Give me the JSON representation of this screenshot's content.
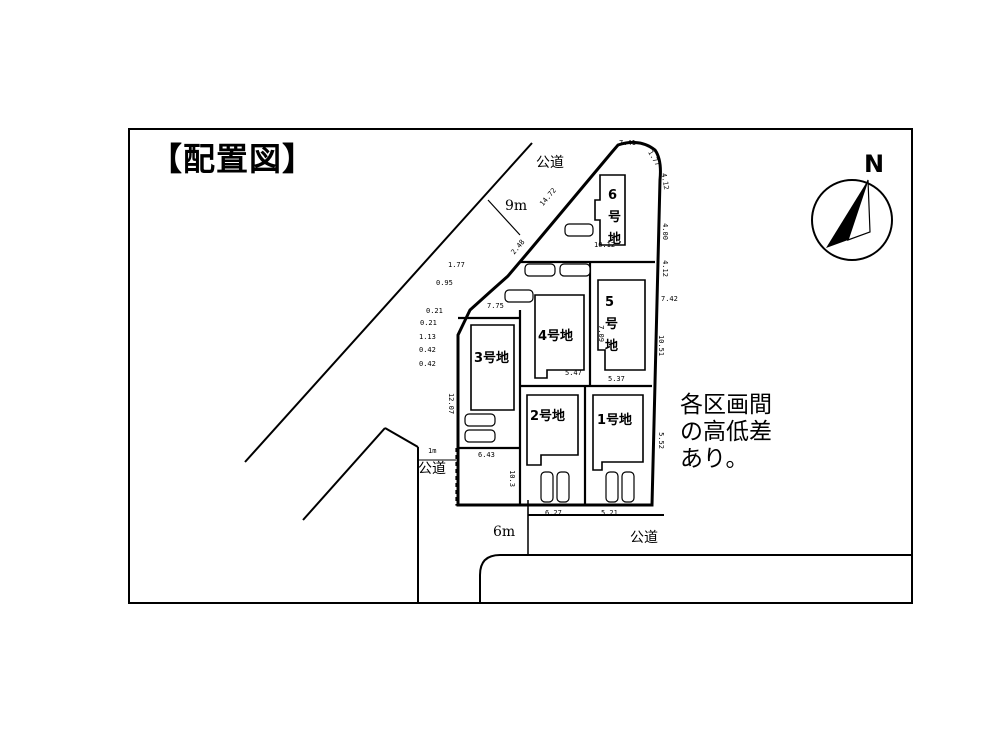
{
  "title": "【配置図】",
  "roads": {
    "top": "公道",
    "bottom": "公道",
    "left": "公道",
    "top_width": "9m",
    "bottom_width": "6m",
    "left_width": "1m"
  },
  "lots": [
    {
      "id": "1",
      "label": "1号地"
    },
    {
      "id": "2",
      "label": "2号地"
    },
    {
      "id": "3",
      "label": "3号地"
    },
    {
      "id": "4",
      "label": "4号地"
    },
    {
      "id": "5",
      "label": "5号地"
    },
    {
      "id": "6",
      "label": "6号地"
    }
  ],
  "north_label": "N",
  "note_lines": [
    "各区画間",
    "の高低差",
    "あり。"
  ],
  "dimensions": {
    "d1": "7.41",
    "d2": "1.77",
    "d3": "4.12",
    "d4": "4.00",
    "d5": "4.12",
    "d6": "7.42",
    "d7": "10.51",
    "d8": "5.37",
    "d9": "14.72",
    "d10": "10.12",
    "d11": "2.48",
    "d12": "1.77",
    "d13": "0.95",
    "d14": "0.21",
    "d15": "0.21",
    "d16": "1.13",
    "d17": "0.42",
    "d18": "0.42",
    "d19": "7.75",
    "d20": "12.07",
    "d21": "7.09",
    "d22": "5.47",
    "d23": "5.52",
    "d24": "6.43",
    "d25": "10.3",
    "d26": "6.27",
    "d27": "5.21"
  }
}
